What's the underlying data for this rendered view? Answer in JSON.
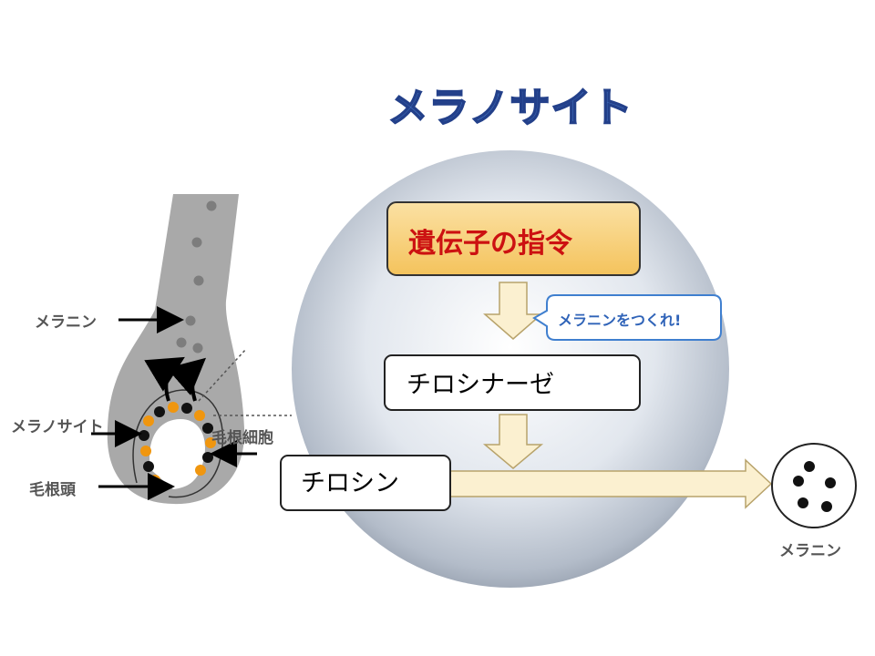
{
  "title": "メラノサイト",
  "cell": {
    "instruction_box": "遺伝子の指令",
    "callout": "メラニンをつくれ!",
    "enzyme_box": "チロシナーゼ",
    "substrate_box": "チロシン",
    "product_label": "メラニン"
  },
  "hair_diagram": {
    "label_melanin": "メラニン",
    "label_melanocyte": "メラノサイト",
    "label_hair_root_cells": "毛根細胞",
    "label_papilla": "毛根頭"
  },
  "colors": {
    "title": "#4f86d6",
    "instruction_text": "#cc1111",
    "instruction_fill": "#f7cf78",
    "callout_text": "#2f63b8",
    "arrow_fill": "#fbf0d0",
    "melanocyte_dots": "#f0960f"
  }
}
